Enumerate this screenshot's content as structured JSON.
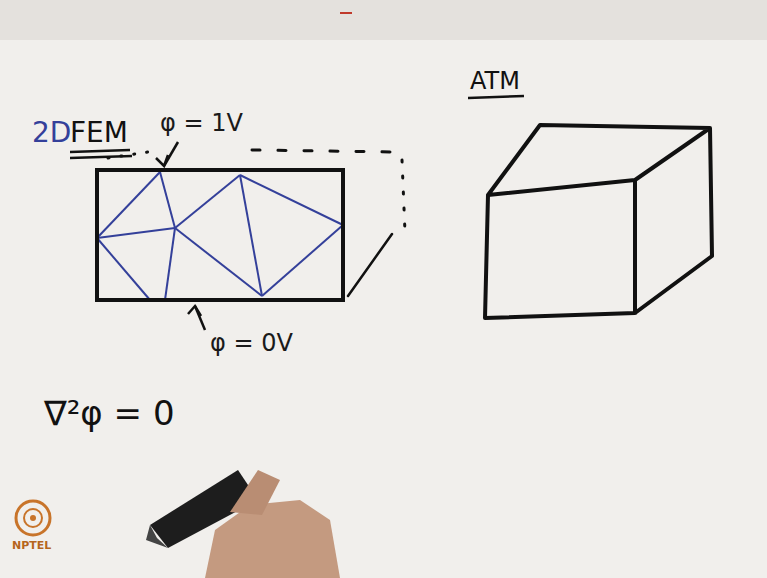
{
  "diagram": {
    "labels": [
      "2D",
      "FEM",
      "φ = 1V",
      "φ = 0V",
      "ATM",
      "∇²φ = 0",
      "NPTEL"
    ]
  }
}
